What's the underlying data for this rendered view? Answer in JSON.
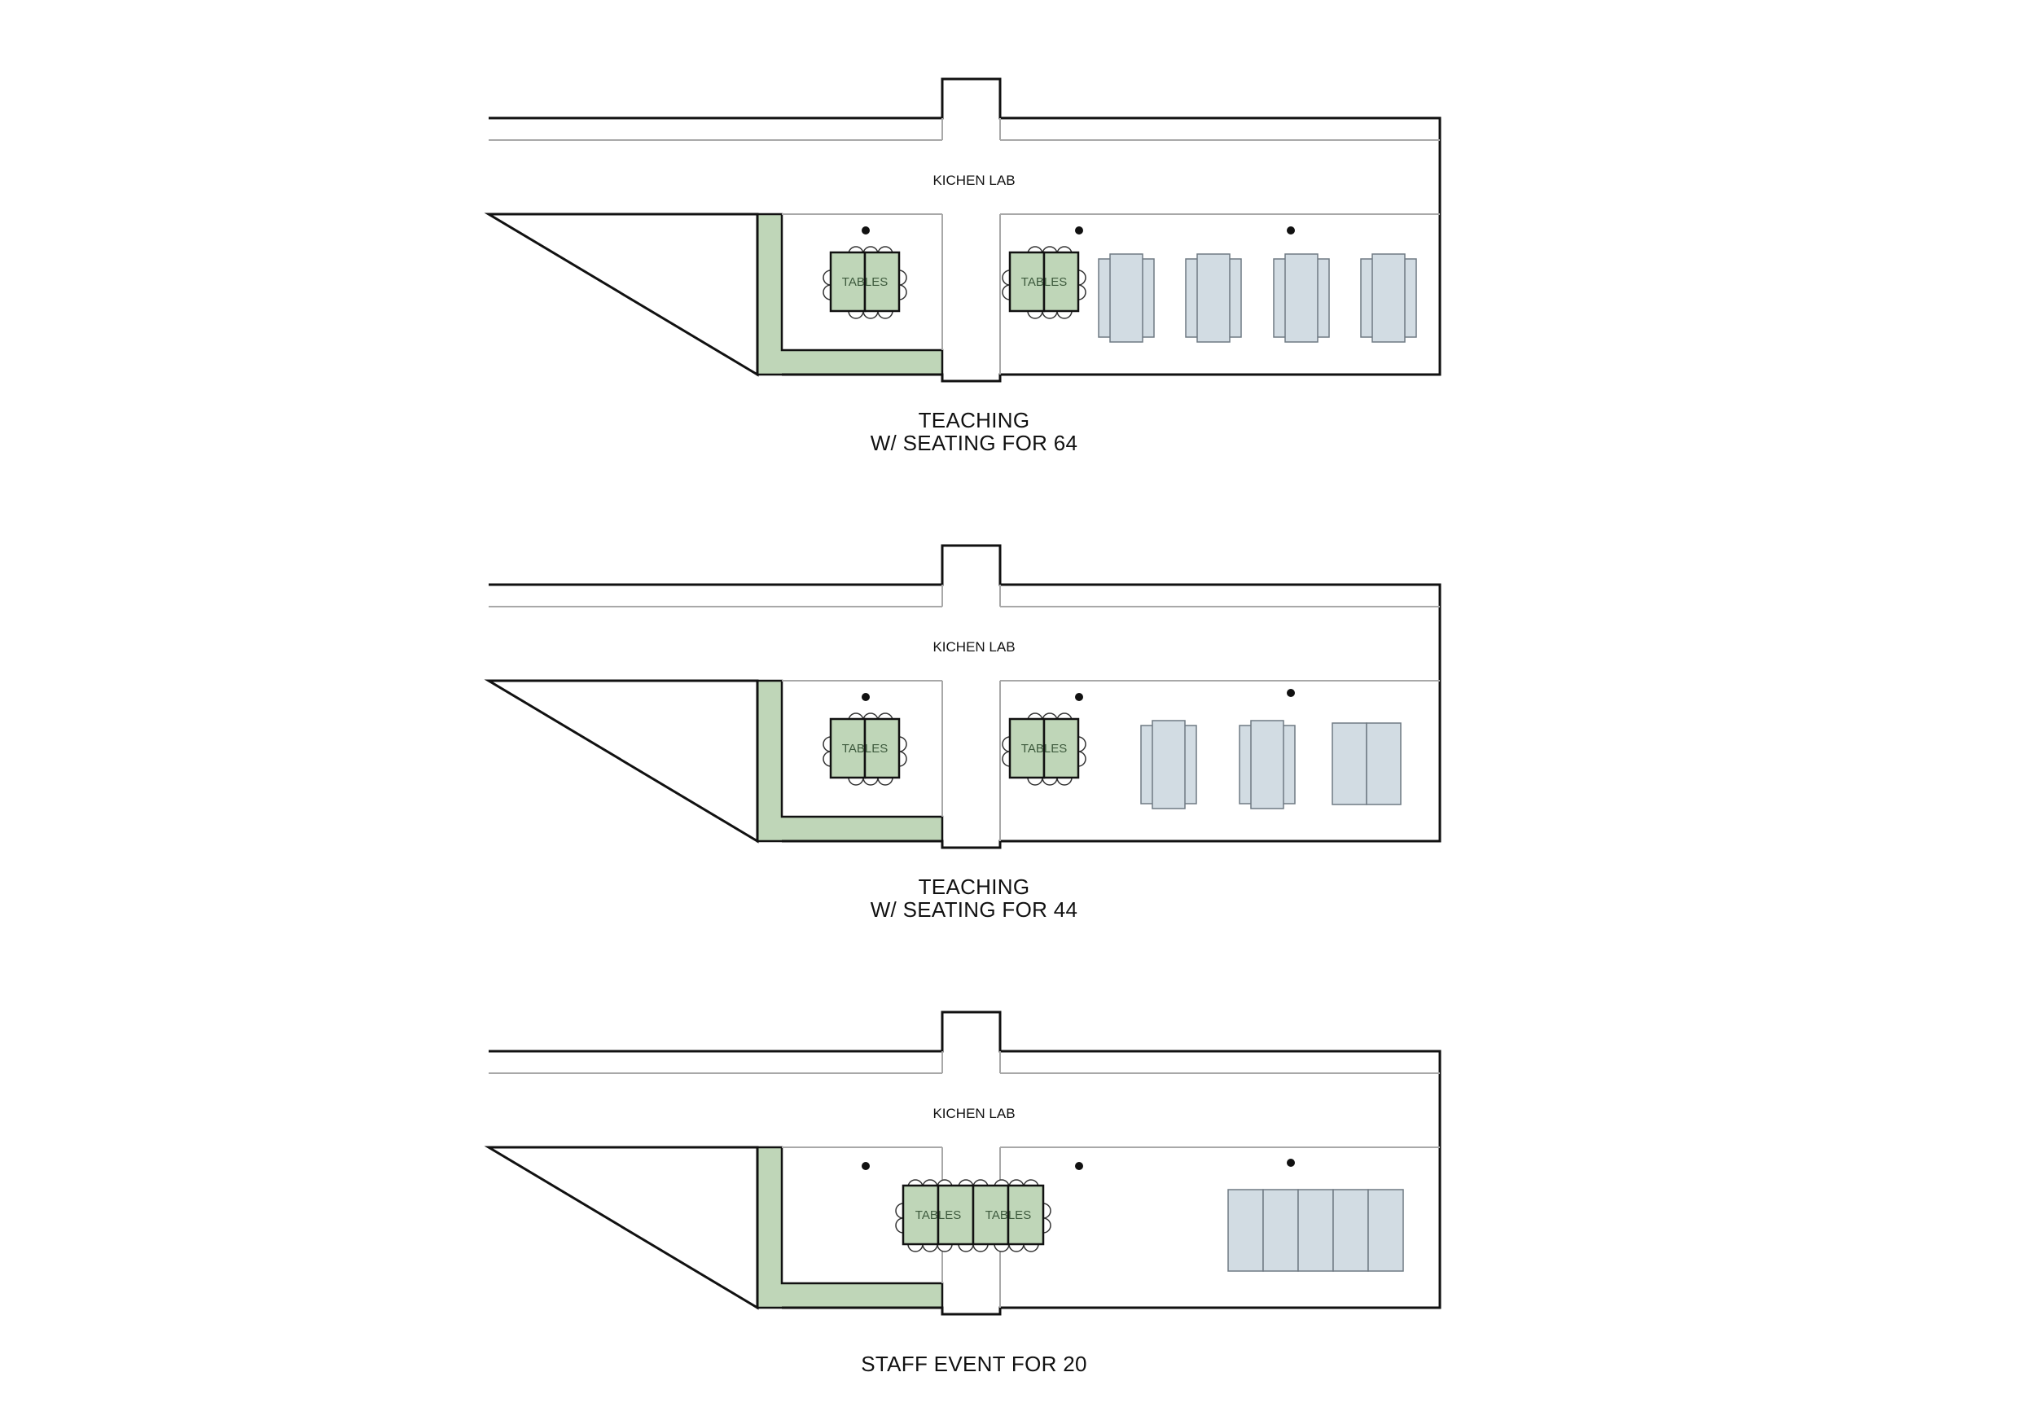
{
  "colors": {
    "wall": "#111111",
    "thin_line": "#a8a8a8",
    "table_fill": "#bfd6b8",
    "bench_fill": "#d2dce3",
    "bench_stroke": "#6f7a83",
    "background": "#ffffff"
  },
  "plans": [
    {
      "room_label": "KICHEN LAB",
      "table_label": "TABLES",
      "caption_line1": "TEACHING",
      "caption_line2": "W/ SEATING FOR 64",
      "layout": "teaching-64"
    },
    {
      "room_label": "KICHEN LAB",
      "table_label": "TABLES",
      "caption_line1": "TEACHING",
      "caption_line2": "W/ SEATING FOR 44",
      "layout": "teaching-44"
    },
    {
      "room_label": "KICHEN LAB",
      "table_label": "TABLES",
      "caption_line1": "STAFF EVENT FOR 20",
      "caption_line2": "",
      "layout": "staff-event-20"
    }
  ]
}
